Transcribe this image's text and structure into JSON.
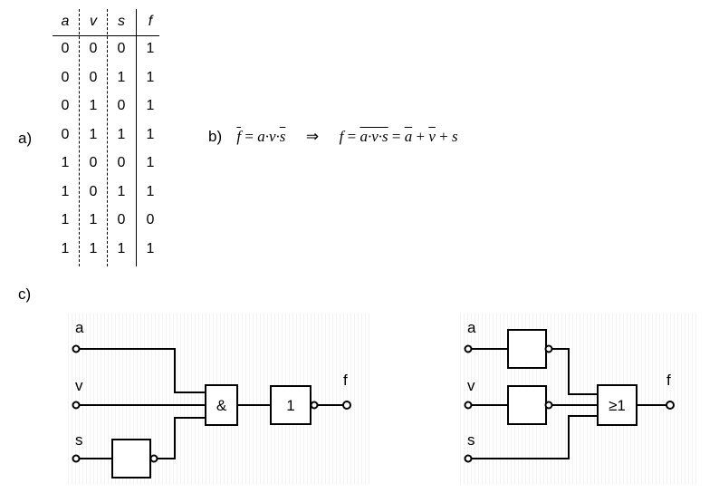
{
  "labels": {
    "a": "a)",
    "b": "b)",
    "c": "c)"
  },
  "truth_table": {
    "headers": [
      "a",
      "v",
      "s",
      "f"
    ],
    "rows": [
      [
        "0",
        "0",
        "0",
        "1"
      ],
      [
        "0",
        "0",
        "1",
        "1"
      ],
      [
        "0",
        "1",
        "0",
        "1"
      ],
      [
        "0",
        "1",
        "1",
        "1"
      ],
      [
        "1",
        "0",
        "0",
        "1"
      ],
      [
        "1",
        "0",
        "1",
        "1"
      ],
      [
        "1",
        "1",
        "0",
        "0"
      ],
      [
        "1",
        "1",
        "1",
        "1"
      ]
    ]
  },
  "formula": {
    "lhs_var": "f",
    "equals": "=",
    "term1": "a·v·",
    "term1_sbar": "s",
    "implies": "⇒",
    "rhs_var": "f",
    "term2": "a·v·s",
    "abar": "a",
    "plus": "+",
    "vbar": "v",
    "s_plain": "s"
  },
  "circuit1": {
    "inputs": [
      "a",
      "v",
      "s"
    ],
    "and_symbol": "&",
    "not_symbol": "1",
    "output": "f"
  },
  "circuit2": {
    "inputs": [
      "a",
      "v",
      "s"
    ],
    "or_symbol": "≥1",
    "output": "f"
  }
}
